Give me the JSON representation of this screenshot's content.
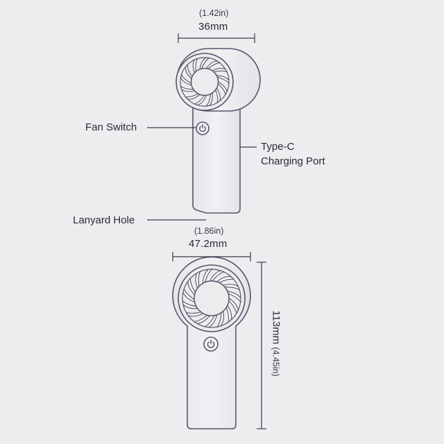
{
  "side_view": {
    "width_in": "(1.42in)",
    "width_mm": "36mm",
    "fan_switch": "Fan Switch",
    "charging_port_line1": "Type-C",
    "charging_port_line2": "Charging Port",
    "lanyard_hole": "Lanyard Hole"
  },
  "front_view": {
    "width_in": "(1.86in)",
    "width_mm": "47.2mm",
    "height_mm": "113mm",
    "height_in": "(4.45in)"
  },
  "colors": {
    "background": "#ededf0",
    "outline": "#55556a",
    "text": "#2a2a33"
  },
  "icons": [
    "power-button-icon",
    "fan-blade-icon"
  ]
}
